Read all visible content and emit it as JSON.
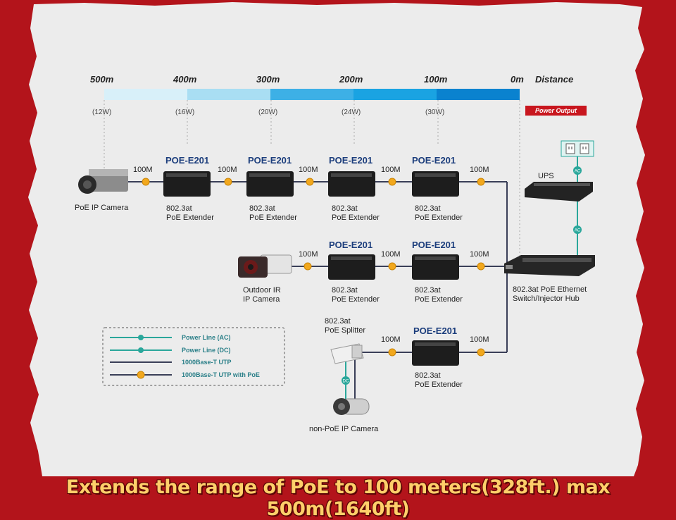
{
  "distance": {
    "ticks": [
      "500m",
      "400m",
      "300m",
      "200m",
      "100m",
      "0m"
    ],
    "axis_label": "Distance",
    "watts": [
      "(12W)",
      "(16W)",
      "(20W)",
      "(24W)",
      "(30W)"
    ],
    "power_badge": "Power Output",
    "bar_colors": [
      "#d8f0f9",
      "#a9def3",
      "#3db0e6",
      "#1aa3e2",
      "#0a82cf"
    ]
  },
  "devices": {
    "poe_camera": "PoE IP Camera",
    "outdoor_camera": "Outdoor IR\nIP Camera",
    "nonpoe_camera": "non-PoE IP Camera",
    "splitter": "802.3at\nPoE Splitter",
    "ups": "UPS",
    "switch": "802.3at PoE Ethernet\nSwitch/Injector Hub"
  },
  "extender": {
    "model": "POE-E201",
    "desc": "802.3at\nPoE Extender"
  },
  "link_speed": "100M",
  "badges": {
    "ac": "AC",
    "dc": "DC"
  },
  "legend": [
    {
      "label": "Power Line (AC)",
      "symbol": "AC"
    },
    {
      "label": "Power Line (DC)",
      "symbol": "DC"
    },
    {
      "label": "1000Base-T UTP"
    },
    {
      "label": "1000Base-T UTP with PoE"
    }
  ],
  "colors": {
    "power_line": "#2aa79b",
    "utp": "#3a3f58",
    "poe_dot": "#f2a81d",
    "background": "#ececec",
    "frame": "#b3141b"
  },
  "banner": "Extends the range of PoE to 100 meters(328ft.) max 500m(1640ft)"
}
